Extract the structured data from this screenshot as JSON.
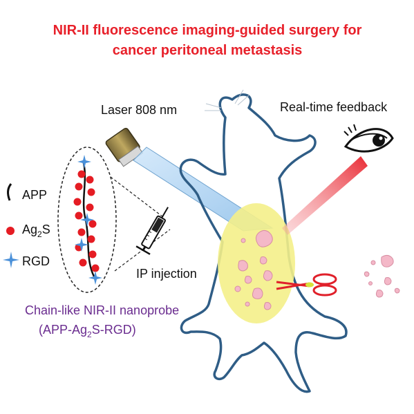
{
  "title": {
    "line1": "NIR-II fluorescence imaging-guided surgery  for",
    "line2": "cancer peritoneal metastasis"
  },
  "labels": {
    "laser": "Laser 808 nm",
    "feedback": "Real-time feedback",
    "ip_injection": "IP injection",
    "probe_line1": "Chain-like NIR-II nanoprobe",
    "probe_line2_a": "(APP-Ag",
    "probe_line2_sub": "2",
    "probe_line2_b": "S-RGD)"
  },
  "legend": {
    "app": "APP",
    "ag2s_a": "Ag",
    "ag2s_sub": "2",
    "ag2s_b": "S",
    "rgd": "RGD"
  },
  "colors": {
    "title": "#e8202a",
    "mouse_outline": "#2f5d86",
    "tumor_zone": "#f4f08a",
    "tumor": "#f4b8c8",
    "ag2s_dot": "#e51c23",
    "rgd_star": "#4a90d9",
    "beam": "#a9cfee",
    "probe_text": "#6a2c8f",
    "scissors": "#e0202a"
  }
}
